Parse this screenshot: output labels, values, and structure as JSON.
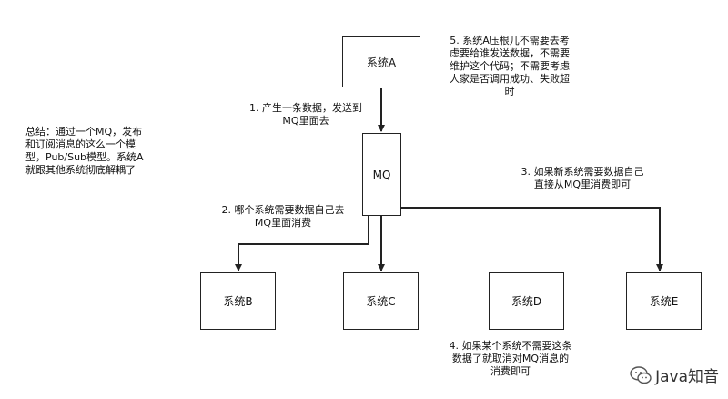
{
  "boxes": {
    "system_a": "系统A",
    "mq": "MQ",
    "system_b": "系统B",
    "system_c": "系统C",
    "system_d": "系统D",
    "system_e": "系统E"
  },
  "notes": {
    "summary": "总结：通过一个MQ，发布\n和订阅消息的这么一个模\n型，Pub/Sub模型。系统A\n就跟其他系统彻底解耦了",
    "step1": "1. 产生一条数据，发送到\nMQ里面去",
    "step2": "2. 哪个系统需要数据自己去\nMQ里面消费",
    "step3": "3. 如果新系统需要数据自己\n直接从MQ里消费即可",
    "step4": "4. 如果某个系统不需要这条\n数据了就取消对MQ消息的\n消费即可",
    "step5": "5. 系统A压根儿不需要去考\n虑要给谁发送数据，不需要\n维护这个代码；不需要考虑\n人家是否调用成功、失败超\n时"
  },
  "watermark": "Java知音"
}
